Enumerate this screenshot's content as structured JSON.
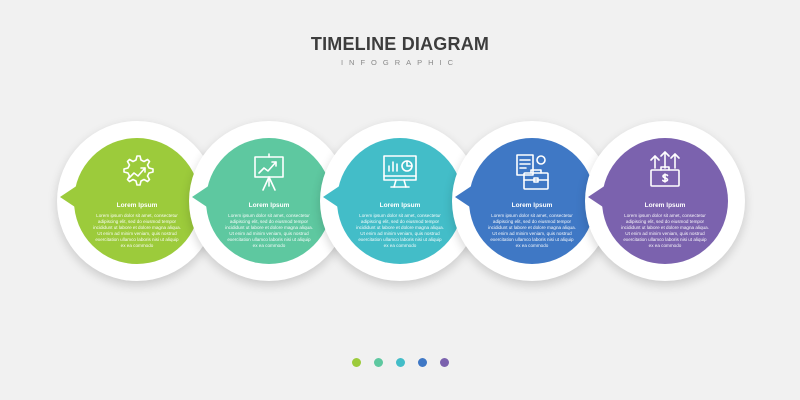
{
  "header": {
    "title": "TIMELINE DIAGRAM",
    "subtitle": "INFOGRAPHIC"
  },
  "steps": [
    {
      "label": "Lorem Ipsum",
      "text": "Lorem ipsum dolor sit amet, consectetur adipiscing elit, sed do eiusmod tempor incididunt ut labore et dolore magna aliqua. Ut enim ad minim veniam, quis nostrud exercitation ullamco laboris nisi ut aliquip ex ea commodo",
      "icon": "gear-growth-icon",
      "color": "#9ccb3b"
    },
    {
      "label": "Lorem Ipsum",
      "text": "Lorem ipsum dolor sit amet, consectetur adipiscing elit, sed do eiusmod tempor incididunt ut labore et dolore magna aliqua. Ut enim ad minim veniam, quis nostrud exercitation ullamco laboris nisi ut aliquip ex ea commodo",
      "icon": "presentation-board-icon",
      "color": "#5ec8a0"
    },
    {
      "label": "Lorem Ipsum",
      "text": "Lorem ipsum dolor sit amet, consectetur adipiscing elit, sed do eiusmod tempor incididunt ut labore et dolore magna aliqua. Ut enim ad minim veniam, quis nostrud exercitation ullamco laboris nisi ut aliquip ex ea commodo",
      "icon": "monitor-analytics-icon",
      "color": "#43bdc8"
    },
    {
      "label": "Lorem Ipsum",
      "text": "Lorem ipsum dolor sit amet, consectetur adipiscing elit, sed do eiusmod tempor incididunt ut labore et dolore magna aliqua. Ut enim ad minim veniam, quis nostrud exercitation ullamco laboris nisi ut aliquip ex ea commodo",
      "icon": "briefcase-documents-icon",
      "color": "#3f78c5"
    },
    {
      "label": "Lorem Ipsum",
      "text": "Lorem ipsum dolor sit amet, consectetur adipiscing elit, sed do eiusmod tempor incididunt ut labore et dolore magna aliqua. Ut enim ad minim veniam, quis nostrud exercitation ullamco laboris nisi ut aliquip ex ea commodo",
      "icon": "briefcase-growth-icon",
      "color": "#7b62ae"
    }
  ]
}
